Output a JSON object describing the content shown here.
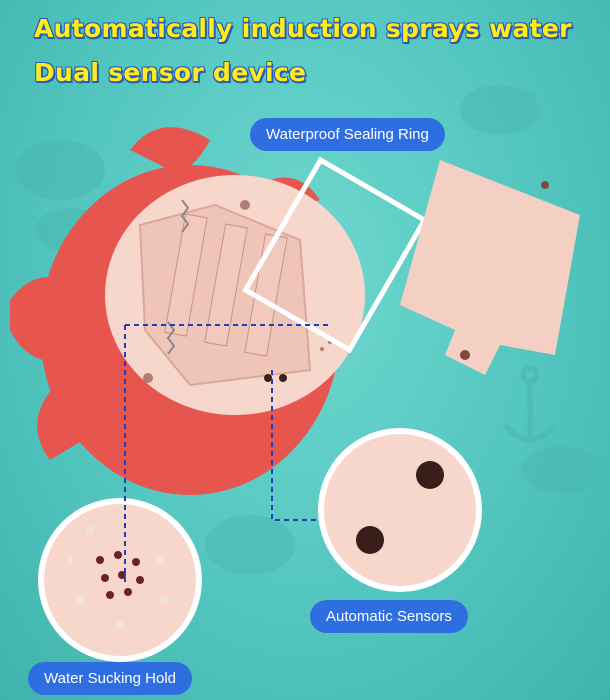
{
  "headline": {
    "line1": "Automatically induction sprays water",
    "line2": "Dual sensor device"
  },
  "callouts": {
    "sealing_ring": "Waterproof Sealing Ring",
    "sensors": "Automatic Sensors",
    "water_hole": "Water Sucking Hold"
  },
  "colors": {
    "background": "#56c9c2",
    "headline_text": "#ffec1a",
    "headline_outline": "#2a5db8",
    "callout_bg": "#2f6ee0",
    "crab_body": "#e6564e",
    "shell_pink": "#f7d6cc",
    "connector_line": "#1f3fbf"
  }
}
